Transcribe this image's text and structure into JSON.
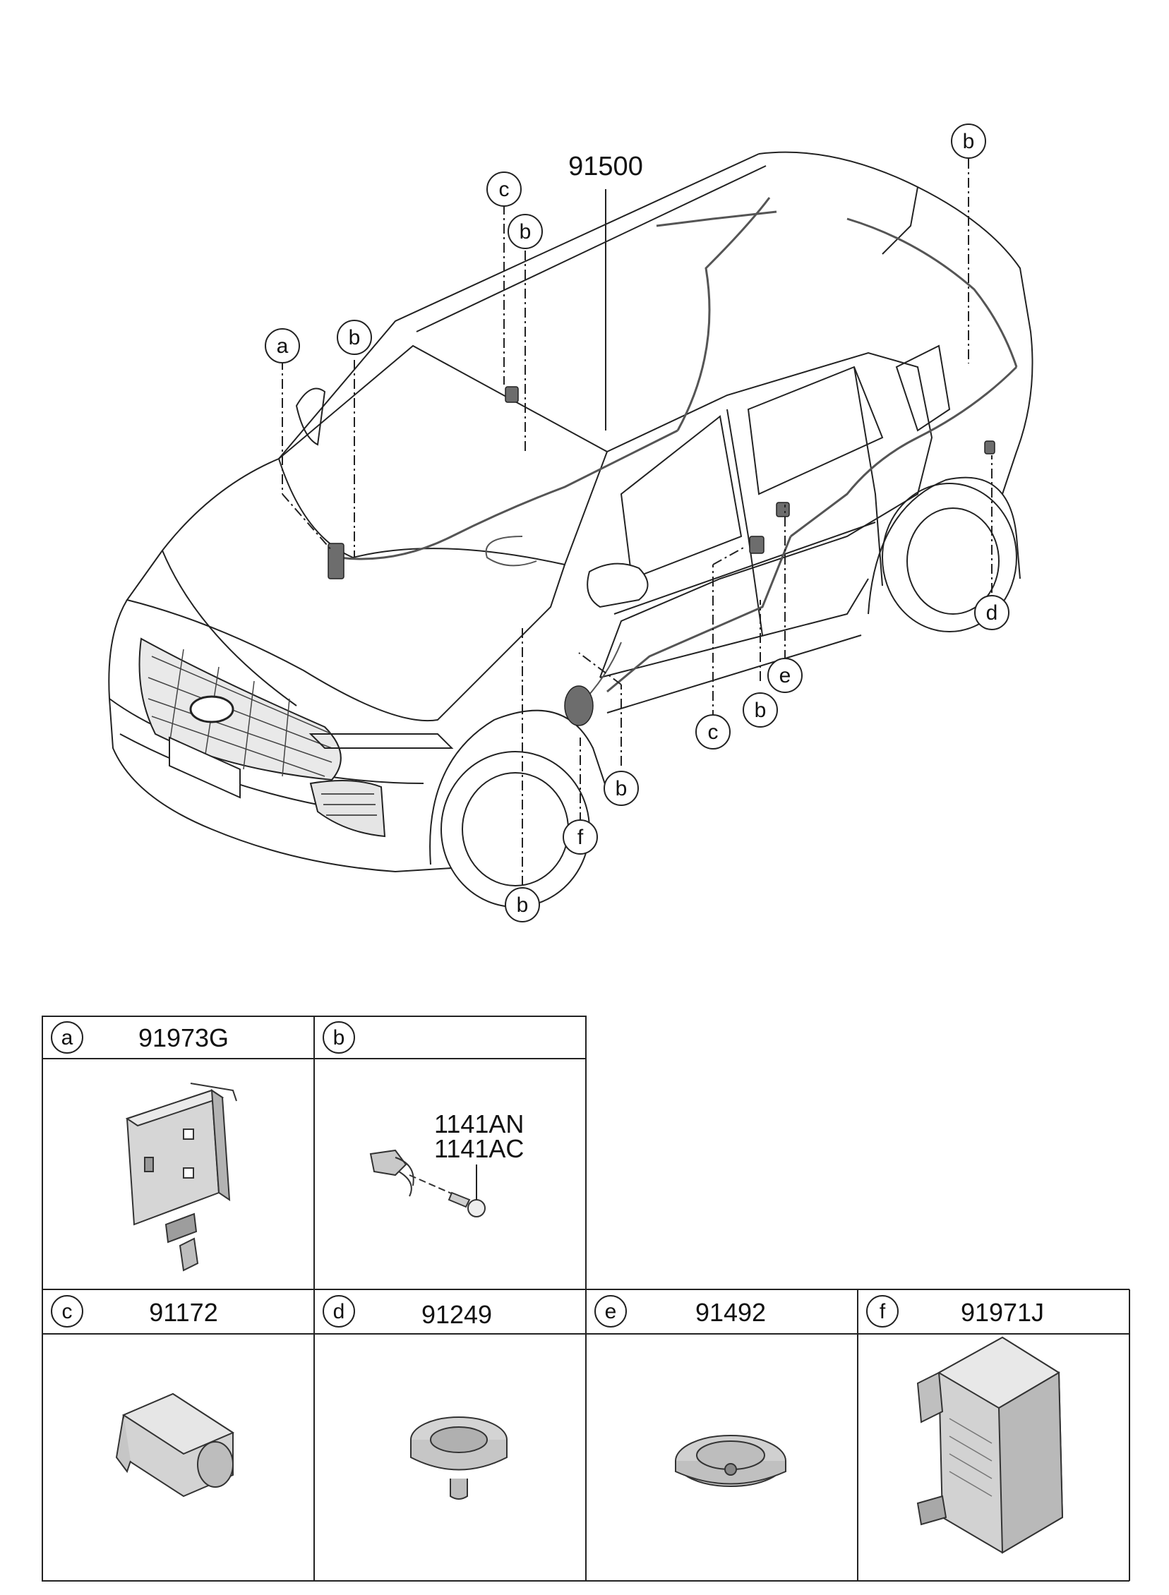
{
  "main_part_number": "91500",
  "callouts": {
    "a": "a",
    "b": "b",
    "c": "c",
    "d": "d",
    "e": "e",
    "f": "f"
  },
  "parts_table": [
    {
      "key": "a",
      "letter": "a",
      "part_number": "91973G"
    },
    {
      "key": "b",
      "letter": "b",
      "part_number": "",
      "sub_numbers": [
        "1141AN",
        "1141AC"
      ]
    },
    {
      "key": "c",
      "letter": "c",
      "part_number": "91172"
    },
    {
      "key": "d",
      "letter": "d",
      "part_number": "91249"
    },
    {
      "key": "e",
      "letter": "e",
      "part_number": "91492"
    },
    {
      "key": "f",
      "letter": "f",
      "part_number": "91971J"
    }
  ],
  "colors": {
    "line": "#222222",
    "part_fill": "#cfcfcf",
    "part_dark": "#8c8c8c"
  }
}
